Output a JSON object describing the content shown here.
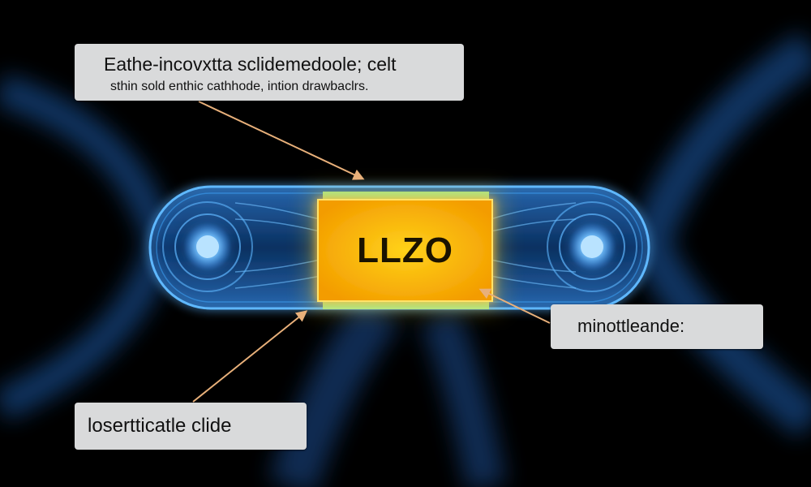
{
  "annotations": {
    "top_line1": "Eathe-incovxtta sclidemedoole; celt",
    "top_line2": "sthin sold enthic cathhode, intion drawbaclrs.",
    "right": "minottleande:",
    "bottom": "losertticatle clide"
  },
  "core": {
    "label": "LLZO",
    "color": "#f4b400"
  },
  "colors": {
    "background": "#000000",
    "glow_blue": "#3fa9ff",
    "arrow": "#e8b07a",
    "label_bg": "#d9dadb"
  }
}
